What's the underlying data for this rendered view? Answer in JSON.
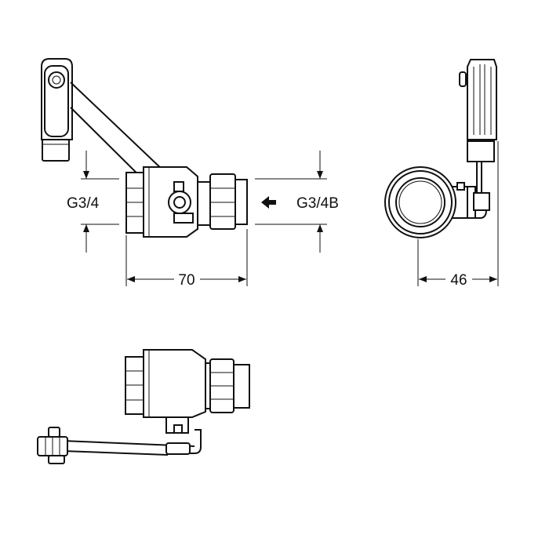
{
  "drawing": {
    "front_view": {
      "inlet_thread_label": "G3/4",
      "outlet_thread_label": "G3/4B",
      "length_dimension": "70"
    },
    "side_view": {
      "width_dimension": "46"
    }
  }
}
